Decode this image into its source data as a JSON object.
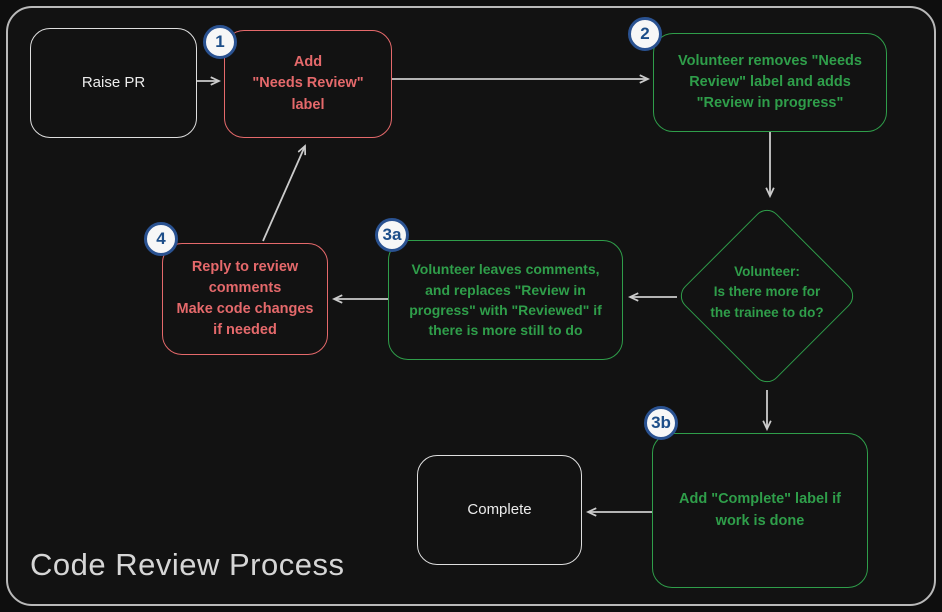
{
  "title": "Code Review Process",
  "colors": {
    "background": "#121212",
    "frame_border": "#b9b9b9",
    "red": "#e5696b",
    "green": "#2f9e4a",
    "white_node": "#ececec",
    "badge_fill": "#f7f7f7",
    "badge_border": "#2a5291",
    "badge_text": "#1d4e89",
    "arrow": "#cbcbcb"
  },
  "nodes": {
    "raise_pr": {
      "label": "Raise PR"
    },
    "add_needs_review": {
      "badge": "1",
      "label": "Add\n\"Needs Review\"\nlabel"
    },
    "volunteer_removes": {
      "badge": "2",
      "label": "Volunteer removes \"Needs\nReview\" label and adds\n\"Review in progress\""
    },
    "decision": {
      "label": "Volunteer:\nIs there more for\nthe trainee to do?"
    },
    "volunteer_leaves_comments": {
      "badge": "3a",
      "label": "Volunteer leaves comments,\nand replaces \"Review in\nprogress\" with \"Reviewed\" if\nthere is more still to do"
    },
    "reply_to_review": {
      "badge": "4",
      "label": "Reply to review\ncomments\nMake code changes\nif needed"
    },
    "add_complete": {
      "badge": "3b",
      "label": "Add \"Complete\" label if\nwork is done"
    },
    "complete": {
      "label": "Complete"
    }
  }
}
